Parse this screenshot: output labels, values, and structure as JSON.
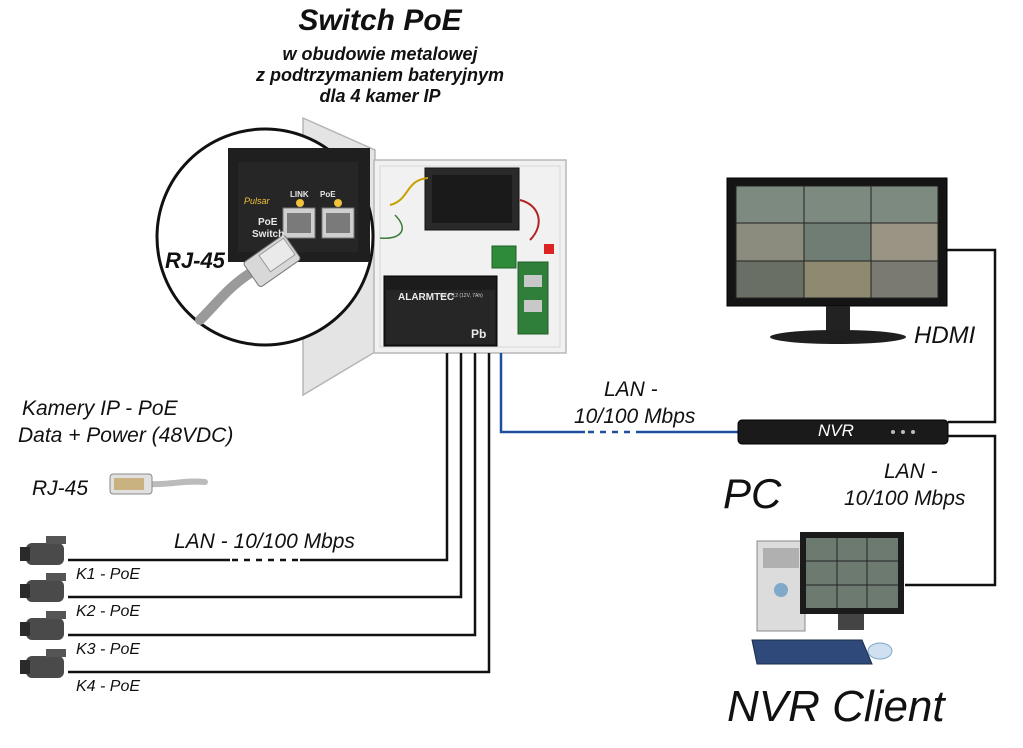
{
  "header": {
    "title": "Switch PoE",
    "subtitle_lines": [
      "w obudowie metalowej",
      "z podtrzymaniem bateryjnym",
      "dla 4 kamer IP"
    ]
  },
  "switch_detail": {
    "brand": "Pulsar",
    "device_label_1": "PoE",
    "device_label_2": "Switch",
    "port_label_link": "LINK",
    "port_label_poe": "PoE",
    "connector_label": "RJ-45"
  },
  "battery": {
    "brand": "ALARMTEC",
    "model": "BP 7-12 (12V, 7Ah)",
    "marking": "Pb"
  },
  "cameras": {
    "heading_line1": "Kamery IP - PoE",
    "heading_line2": "Data + Power (48VDC)",
    "connector_label": "RJ-45",
    "cable_label": "LAN - 10/100 Mbps",
    "items": [
      "K1 - PoE",
      "K2 - PoE",
      "K3 - PoE",
      "K4 - PoE"
    ]
  },
  "network": {
    "lan_switch_nvr_line1": "LAN -",
    "lan_switch_nvr_line2": "10/100 Mbps",
    "nvr_label": "NVR",
    "hdmi_label": "HDMI",
    "lan_nvr_pc_line1": "LAN -",
    "lan_nvr_pc_line2": "10/100 Mbps",
    "pc_label": "PC",
    "client_label": "NVR Client"
  },
  "colors": {
    "cable_black": "#111111",
    "cable_blue": "#1f4e9c",
    "cabinet": "#ededed",
    "monitor": "#1a1a1a"
  }
}
